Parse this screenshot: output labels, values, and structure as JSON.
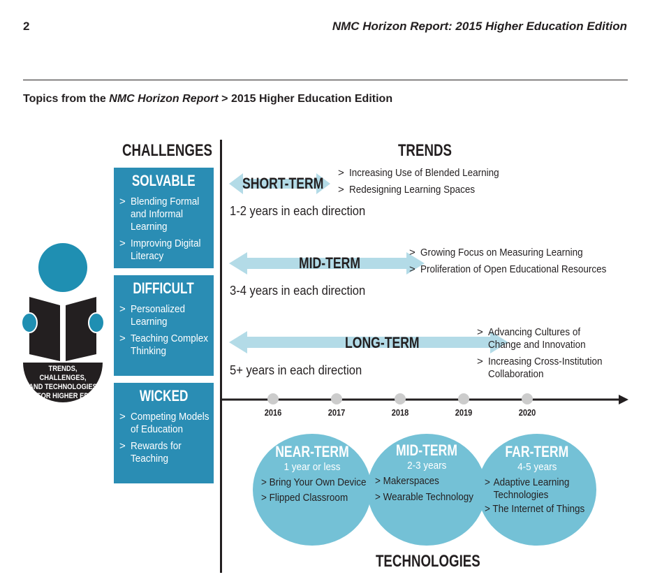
{
  "header": {
    "page_number": "2",
    "running_title": "NMC Horizon Report: 2015 Higher Education Edition"
  },
  "subtitle": {
    "prefix": "Topics from the ",
    "report": "NMC Horizon Report",
    "suffix": " > 2015 Higher Education Edition"
  },
  "colors": {
    "challenge_box": "#2a8db4",
    "arrow": "#b3dbe7",
    "circle": "#74c1d6",
    "icon": "#1f8fb2",
    "dark": "#231f20"
  },
  "reader_icon": {
    "badge_line1": "TRENDS, CHALLENGES,",
    "badge_line2": "AND TECHNOLOGIES",
    "badge_line3": "FOR HIGHER ED"
  },
  "challenges": {
    "heading": "CHALLENGES",
    "groups": [
      {
        "title": "SOLVABLE",
        "items": [
          "Blending Formal and Informal Learning",
          "Improving Digital Literacy"
        ]
      },
      {
        "title": "DIFFICULT",
        "items": [
          "Personalized Learning",
          "Teaching Complex Thinking"
        ]
      },
      {
        "title": "WICKED",
        "items": [
          "Competing Models of Education",
          "Rewards for Teaching"
        ]
      }
    ]
  },
  "trends": {
    "heading": "TRENDS",
    "bullet": ">",
    "horizons": [
      {
        "label": "SHORT-TERM",
        "direction": "1-2 years in each direction",
        "items": [
          "Increasing Use of Blended Learning",
          "Redesigning Learning Spaces"
        ]
      },
      {
        "label": "MID-TERM",
        "direction": "3-4 years in each direction",
        "items": [
          "Growing Focus on Measuring Learning",
          "Proliferation of Open Educational Resources"
        ]
      },
      {
        "label": "LONG-TERM",
        "direction": "5+ years in each direction",
        "items": [
          "Advancing Cultures of Change and Innovation",
          "Increasing Cross-Institution Collaboration"
        ]
      }
    ]
  },
  "timeline": {
    "years": [
      "2016",
      "2017",
      "2018",
      "2019",
      "2020"
    ]
  },
  "technologies": {
    "heading": "TECHNOLOGIES",
    "horizons": [
      {
        "title": "NEAR-TERM",
        "range": "1 year or less",
        "items": [
          "Bring Your Own Device",
          "Flipped Classroom"
        ]
      },
      {
        "title": "MID-TERM",
        "range": "2-3 years",
        "items": [
          "Makerspaces",
          "Wearable Technology"
        ]
      },
      {
        "title": "FAR-TERM",
        "range": "4-5 years",
        "items": [
          "Adaptive Learning Technologies",
          "The Internet of Things"
        ]
      }
    ]
  }
}
